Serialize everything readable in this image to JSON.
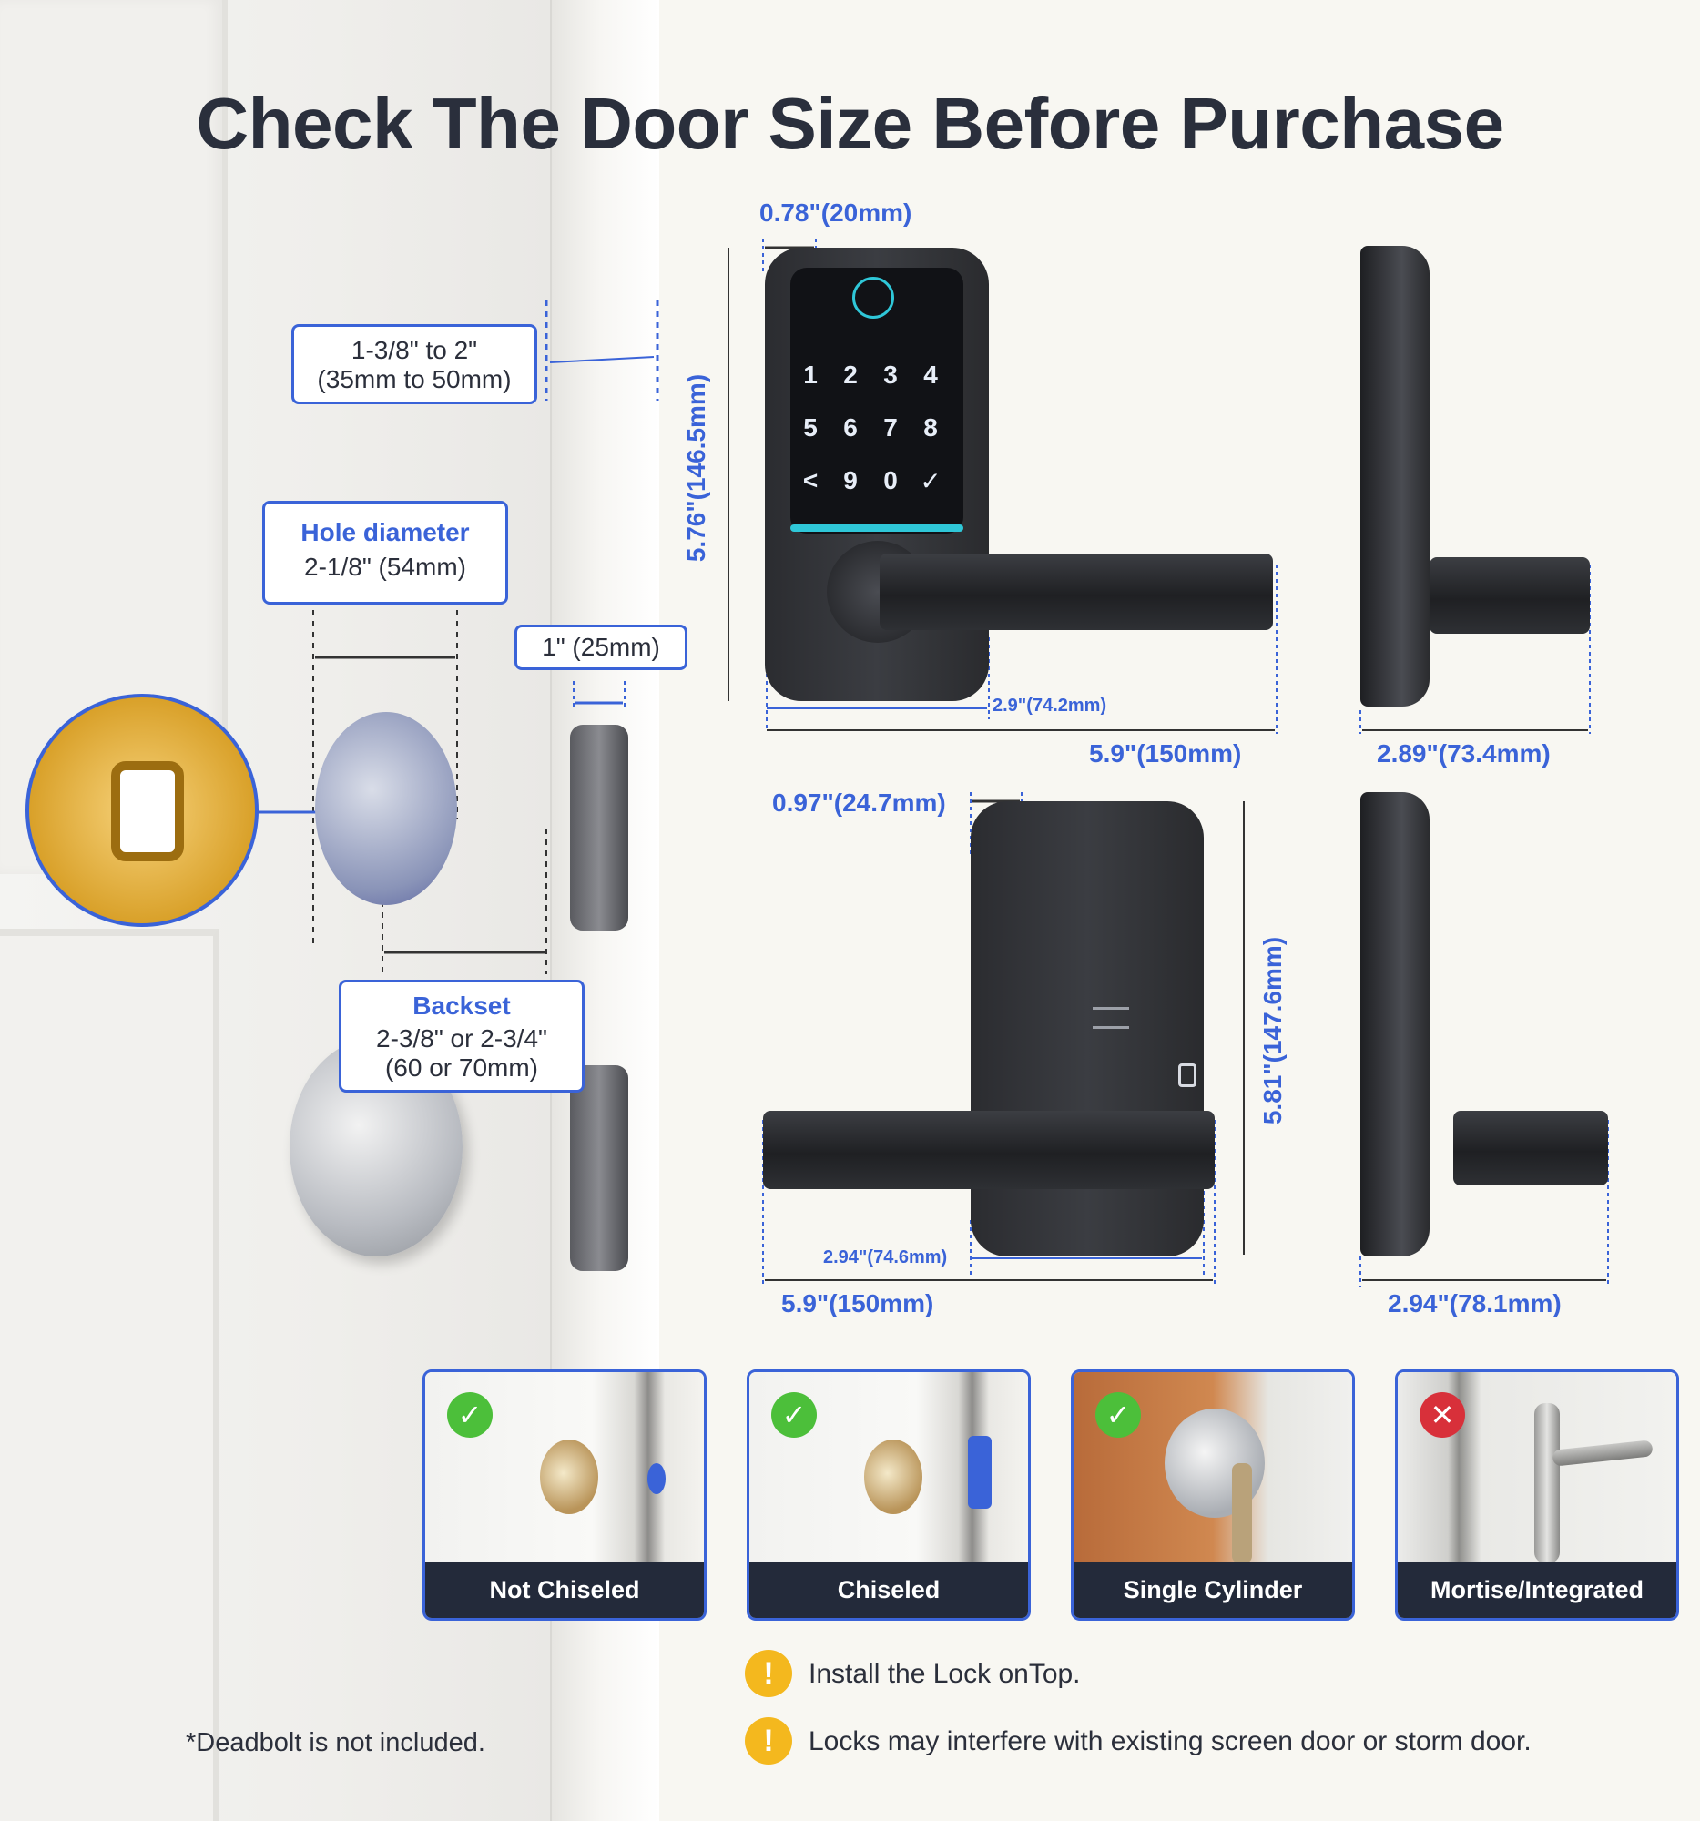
{
  "title": "Check The Door Size Before Purchase",
  "door_dims": {
    "thickness_line1": "1-3/8\" to 2\"",
    "thickness_line2": "(35mm to 50mm)",
    "hole_label": "Hole diameter",
    "hole_value": "2-1/8\" (54mm)",
    "latch_width": "1\" (25mm)",
    "backset_label": "Backset",
    "backset_line1": "2-3/8\" or 2-3/4\"",
    "backset_line2": "(60 or 70mm)"
  },
  "front_dims": {
    "depth": "0.78\"(20mm)",
    "height": "5.76\"(146.5mm)",
    "plate_width": "2.9\"(74.2mm)",
    "total_width": "5.9\"(150mm)",
    "side_depth": "2.89\"(73.4mm)"
  },
  "back_dims": {
    "depth": "0.97\"(24.7mm)",
    "height": "5.81\"(147.6mm)",
    "plate_width": "2.94\"(74.6mm)",
    "total_width": "5.9\"(150mm)",
    "side_depth": "2.94\"(78.1mm)"
  },
  "keypad": [
    "1",
    "2",
    "3",
    "4",
    "5",
    "6",
    "7",
    "8",
    "<",
    "9",
    "0",
    "✓"
  ],
  "options": [
    {
      "label": "Not Chiseled",
      "status": "✓",
      "status_color": "#4cbf3a"
    },
    {
      "label": "Chiseled",
      "status": "✓",
      "status_color": "#4cbf3a"
    },
    {
      "label": "Single Cylinder",
      "status": "✓",
      "status_color": "#4cbf3a"
    },
    {
      "label": "Mortise/Integrated",
      "status": "✕",
      "status_color": "#d8303a"
    }
  ],
  "notes": [
    {
      "icon": "!",
      "text": "Install the Lock onTop."
    },
    {
      "icon": "!",
      "text": "Locks may interfere with existing screen door or storm door."
    }
  ],
  "footnote": "*Deadbolt is not included.",
  "colors": {
    "accent": "#3a63d8",
    "dark": "#232a3a",
    "warn": "#f4b81e"
  }
}
